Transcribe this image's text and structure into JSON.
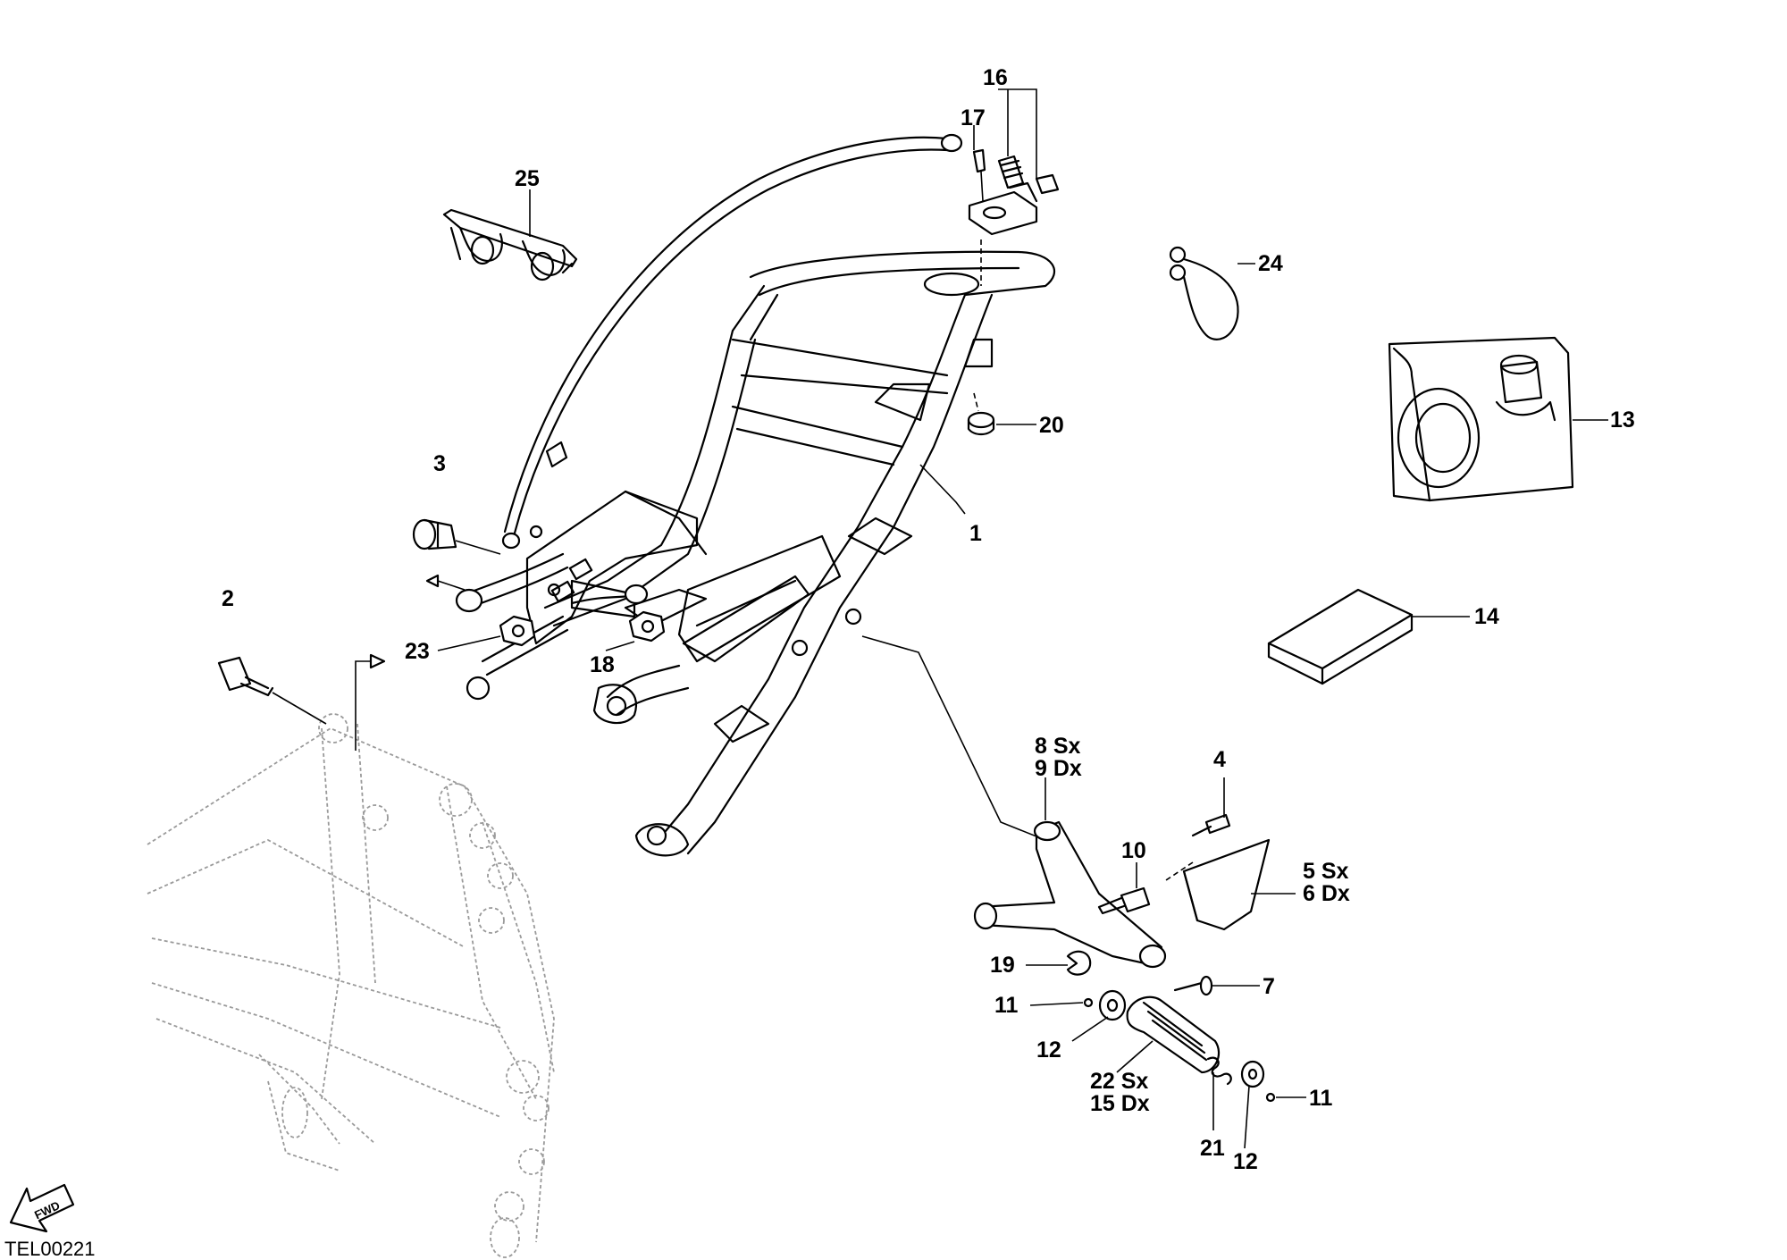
{
  "drawing_code": "TEL00221",
  "fwd_label": "FWD",
  "callouts": {
    "c1": "1",
    "c2": "2",
    "c3": "3",
    "c4": "4",
    "c5": "5 Sx",
    "c6": "6 Dx",
    "c7": "7",
    "c8": "8 Sx",
    "c9": "9 Dx",
    "c10": "10",
    "c11a": "11",
    "c11b": "11",
    "c12a": "12",
    "c12b": "12",
    "c13": "13",
    "c14": "14",
    "c15": "15 Dx",
    "c16": "16",
    "c17": "17",
    "c18": "18",
    "c19": "19",
    "c20": "20",
    "c21": "21",
    "c22": "22 Sx",
    "c23": "23",
    "c24": "24",
    "c25": "25"
  },
  "colors": {
    "line": "#000000",
    "ghost_frame": "#9a9a9a",
    "background": "#ffffff"
  }
}
